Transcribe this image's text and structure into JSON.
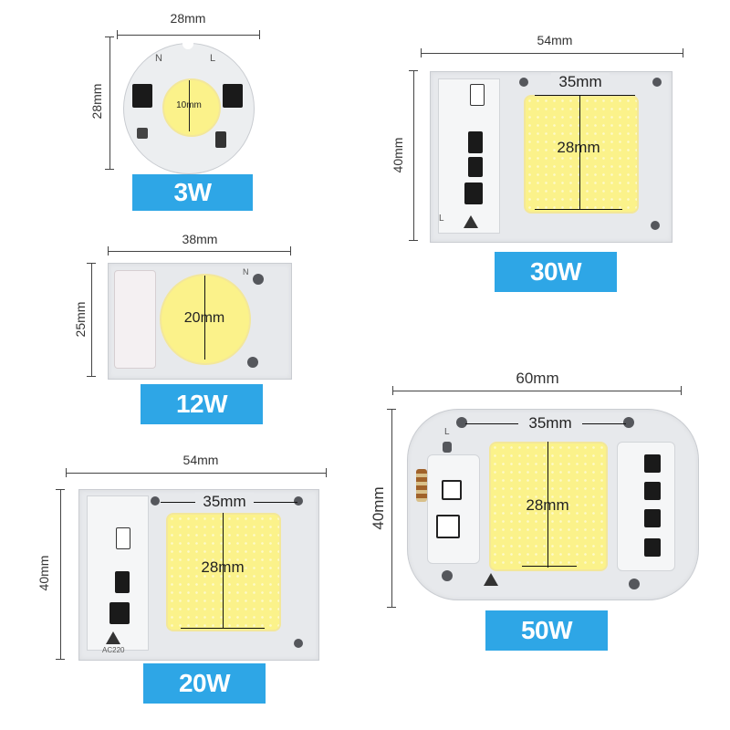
{
  "modules": [
    {
      "id": "3w",
      "badge": "3W",
      "width_label": "28mm",
      "height_label": "28mm",
      "inner_label": "10mm"
    },
    {
      "id": "30w",
      "badge": "30W",
      "width_label": "54mm",
      "height_label": "40mm",
      "inner_width_label": "35mm",
      "inner_height_label": "28mm"
    },
    {
      "id": "12w",
      "badge": "12W",
      "width_label": "38mm",
      "height_label": "25mm",
      "inner_label": "20mm"
    },
    {
      "id": "50w",
      "badge": "50W",
      "width_label": "60mm",
      "height_label": "40mm",
      "inner_width_label": "35mm",
      "inner_height_label": "28mm"
    },
    {
      "id": "20w",
      "badge": "20W",
      "width_label": "54mm",
      "height_label": "40mm",
      "inner_width_label": "35mm",
      "inner_height_label": "28mm"
    }
  ],
  "board_text": {
    "n": "N",
    "l": "L",
    "ac": "AC220"
  },
  "colors": {
    "badge": "#2ea6e6",
    "led": "#fbf28a",
    "board": "#e7e9ec"
  }
}
